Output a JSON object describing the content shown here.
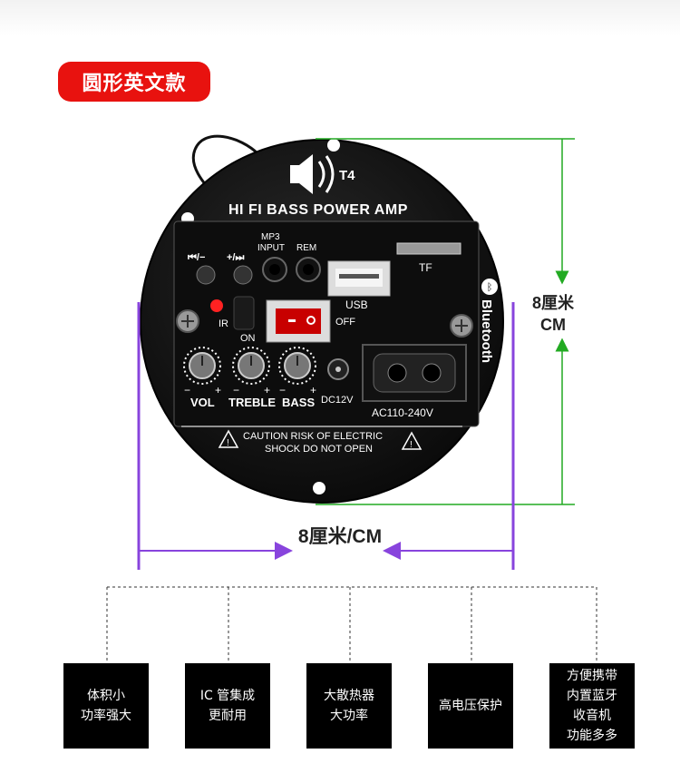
{
  "header": {
    "badge": "圆形英文款"
  },
  "panel": {
    "logo": "T4",
    "title": "HI FI BASS POWER AMP",
    "prev_label": "⏮/−",
    "next_label": "+/⏭",
    "mp3_input_label": "MP3\nINPUT",
    "rem_label": "REM",
    "tf_label": "TF",
    "usb_label": "USB",
    "bluetooth_label": "Bluetooth",
    "ir_label": "IR",
    "on_label": "ON",
    "off_label": "OFF",
    "vol_label": "VOL",
    "treble_label": "TREBLE",
    "bass_label": "BASS",
    "dc_label": "DC12V",
    "ac_label": "AC110-240V",
    "caution_line1": "CAUTION RISK OF ELECTRIC",
    "caution_line2": "SHOCK DO NOT OPEN",
    "knob_minus": "−",
    "knob_plus": "+"
  },
  "dimensions": {
    "height_label": "8厘米\nCM",
    "width_label": "8厘米/CM",
    "height_color": "#22aa22",
    "width_color": "#8844dd"
  },
  "features": [
    {
      "text": "体积小\n功率强大"
    },
    {
      "text": "IC 管集成\n更耐用"
    },
    {
      "text": "大散热器\n大功率"
    },
    {
      "text": "高电压保护"
    },
    {
      "text": "方便携带\n内置蓝牙\n收音机\n功能多多"
    }
  ]
}
